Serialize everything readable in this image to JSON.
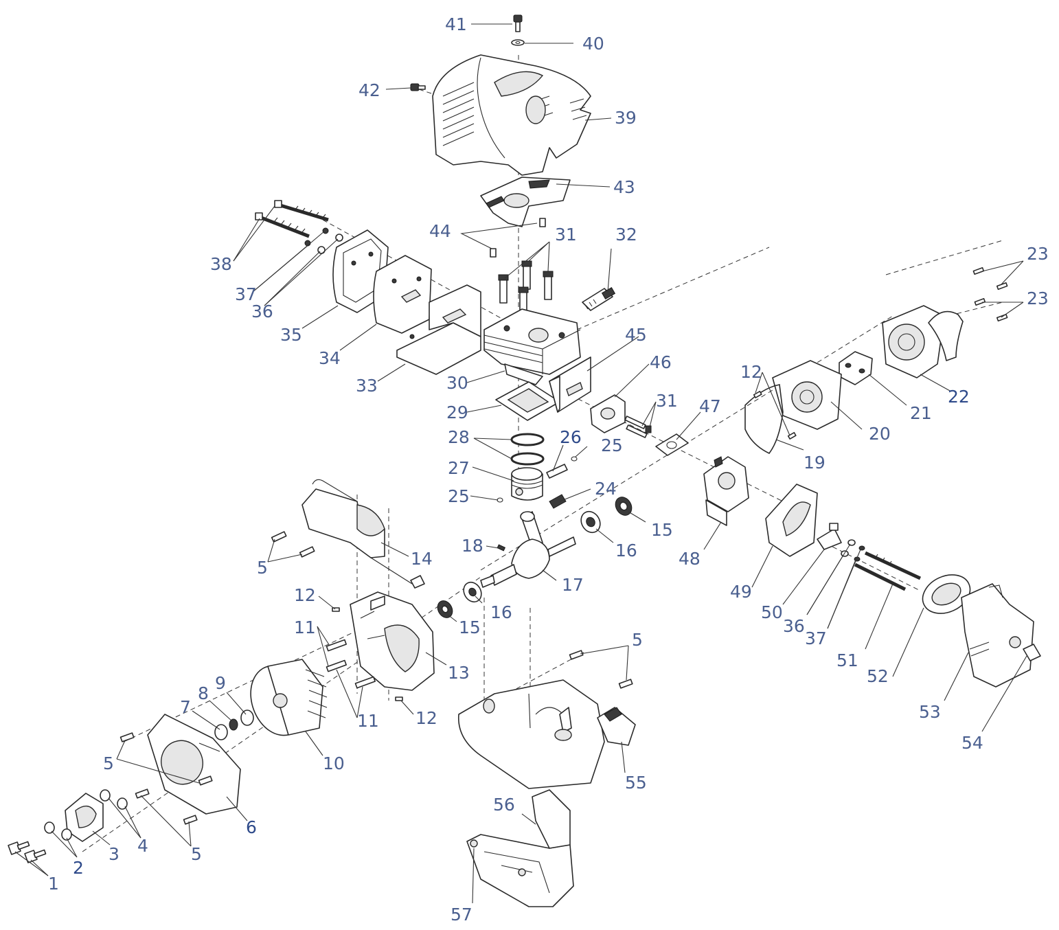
{
  "colors": {
    "callout": "#4a5f8f",
    "callout_bold": "#2e4a8a",
    "line": "#2a2a2a",
    "background": "#ffffff"
  },
  "callouts": [
    {
      "id": "41",
      "text": "41"
    },
    {
      "id": "40",
      "text": "40"
    },
    {
      "id": "42",
      "text": "42"
    },
    {
      "id": "39",
      "text": "39"
    },
    {
      "id": "43",
      "text": "43"
    },
    {
      "id": "44",
      "text": "44"
    },
    {
      "id": "31a",
      "text": "31"
    },
    {
      "id": "32",
      "text": "32"
    },
    {
      "id": "38",
      "text": "38"
    },
    {
      "id": "37a",
      "text": "37"
    },
    {
      "id": "36a",
      "text": "36"
    },
    {
      "id": "35",
      "text": "35"
    },
    {
      "id": "34",
      "text": "34"
    },
    {
      "id": "33",
      "text": "33"
    },
    {
      "id": "30",
      "text": "30"
    },
    {
      "id": "29",
      "text": "29"
    },
    {
      "id": "28",
      "text": "28"
    },
    {
      "id": "27",
      "text": "27"
    },
    {
      "id": "26",
      "text": "26"
    },
    {
      "id": "25a",
      "text": "25"
    },
    {
      "id": "25b",
      "text": "25"
    },
    {
      "id": "24",
      "text": "24"
    },
    {
      "id": "45",
      "text": "45"
    },
    {
      "id": "46",
      "text": "46"
    },
    {
      "id": "31b",
      "text": "31"
    },
    {
      "id": "47",
      "text": "47"
    },
    {
      "id": "12a",
      "text": "12"
    },
    {
      "id": "19",
      "text": "19"
    },
    {
      "id": "20",
      "text": "20"
    },
    {
      "id": "21",
      "text": "21"
    },
    {
      "id": "22",
      "text": "22"
    },
    {
      "id": "23a",
      "text": "23"
    },
    {
      "id": "23b",
      "text": "23"
    },
    {
      "id": "48",
      "text": "48"
    },
    {
      "id": "49",
      "text": "49"
    },
    {
      "id": "50",
      "text": "50"
    },
    {
      "id": "36b",
      "text": "36"
    },
    {
      "id": "37b",
      "text": "37"
    },
    {
      "id": "51",
      "text": "51"
    },
    {
      "id": "52",
      "text": "52"
    },
    {
      "id": "53",
      "text": "53"
    },
    {
      "id": "54",
      "text": "54"
    },
    {
      "id": "15a",
      "text": "15"
    },
    {
      "id": "16a",
      "text": "16"
    },
    {
      "id": "17",
      "text": "17"
    },
    {
      "id": "18",
      "text": "18"
    },
    {
      "id": "14",
      "text": "14"
    },
    {
      "id": "5a",
      "text": "5"
    },
    {
      "id": "12b",
      "text": "12"
    },
    {
      "id": "11a",
      "text": "11"
    },
    {
      "id": "15b",
      "text": "15"
    },
    {
      "id": "16b",
      "text": "16"
    },
    {
      "id": "13",
      "text": "13"
    },
    {
      "id": "11b",
      "text": "11"
    },
    {
      "id": "12c",
      "text": "12"
    },
    {
      "id": "5b",
      "text": "5"
    },
    {
      "id": "9",
      "text": "9"
    },
    {
      "id": "8",
      "text": "8"
    },
    {
      "id": "7",
      "text": "7"
    },
    {
      "id": "10",
      "text": "10"
    },
    {
      "id": "5c",
      "text": "5"
    },
    {
      "id": "6",
      "text": "6"
    },
    {
      "id": "55",
      "text": "55"
    },
    {
      "id": "56",
      "text": "56"
    },
    {
      "id": "57",
      "text": "57"
    },
    {
      "id": "4",
      "text": "4"
    },
    {
      "id": "3",
      "text": "3"
    },
    {
      "id": "2",
      "text": "2"
    },
    {
      "id": "1",
      "text": "1"
    },
    {
      "id": "5d",
      "text": "5"
    }
  ]
}
